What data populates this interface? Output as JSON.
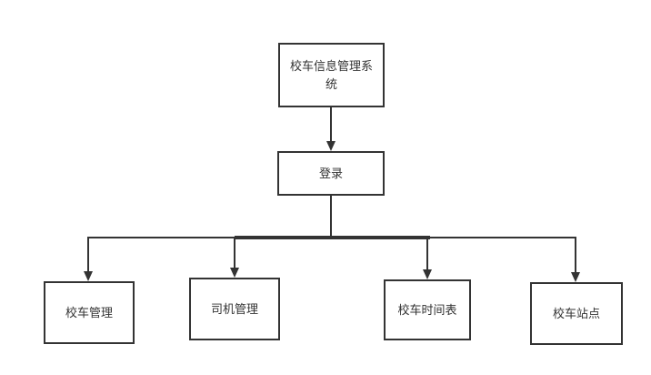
{
  "diagram": {
    "type": "flowchart",
    "nodes": {
      "root": {
        "label": "校车信息管理系统"
      },
      "login": {
        "label": "登录"
      },
      "bus_management": {
        "label": "校车管理"
      },
      "driver_management": {
        "label": "司机管理"
      },
      "bus_timetable": {
        "label": "校车时间表"
      },
      "bus_stations": {
        "label": "校车站点"
      }
    },
    "edges": [
      {
        "from": "root",
        "to": "login",
        "arrow": "down"
      },
      {
        "from": "login",
        "to": "bus_management",
        "arrow": "down"
      },
      {
        "from": "login",
        "to": "driver_management",
        "arrow": "down"
      },
      {
        "from": "login",
        "to": "bus_timetable",
        "arrow": "down"
      },
      {
        "from": "login",
        "to": "bus_stations",
        "arrow": "down"
      }
    ]
  },
  "colors": {
    "line": "#333333",
    "node-border": "#333333",
    "node-fill": "#ffffff",
    "text": "#333333",
    "canvas": "#ffffff"
  }
}
